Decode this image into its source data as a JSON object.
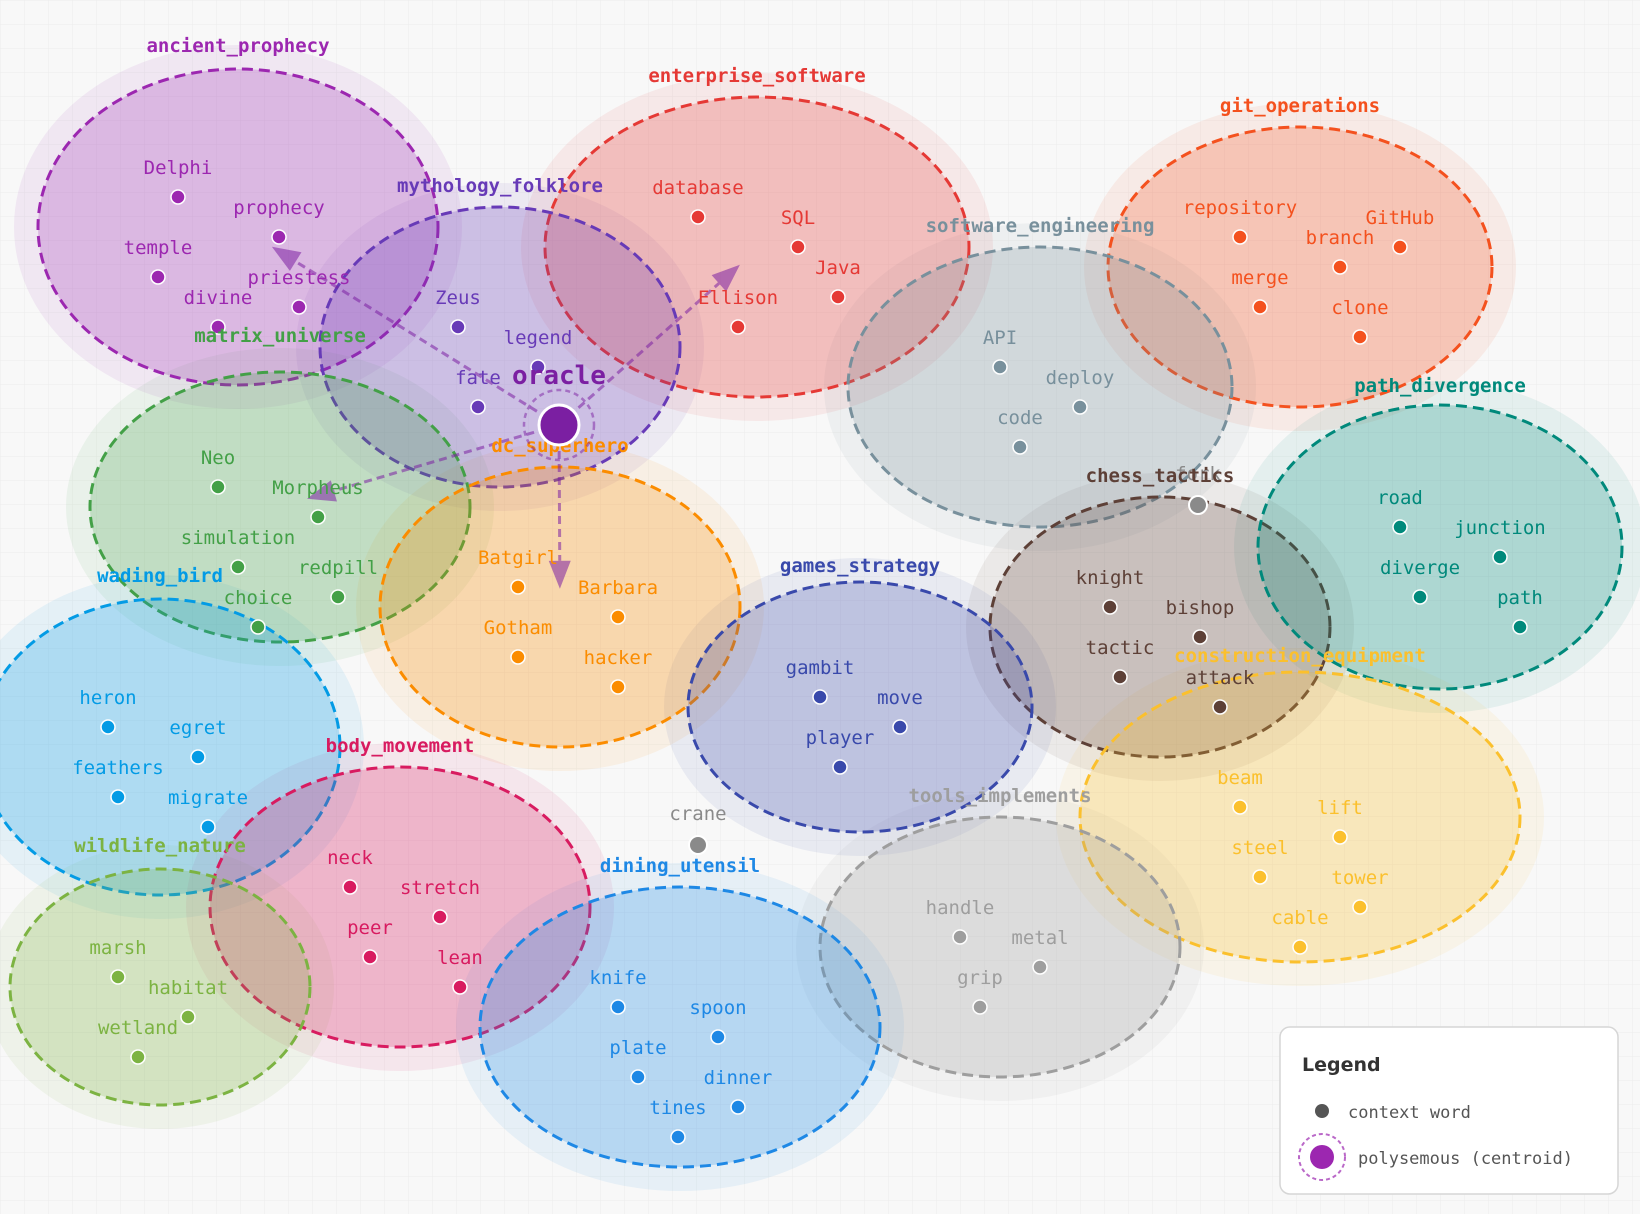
{
  "focus_word": {
    "label": "oracle",
    "color": "#7b1fa2"
  },
  "clusters": [
    {
      "name": "ancient_prophecy",
      "color": "#9c27b0",
      "words": [
        "Delphi",
        "prophecy",
        "temple",
        "priestess",
        "divine"
      ]
    },
    {
      "name": "enterprise_software",
      "color": "#e53935",
      "words": [
        "database",
        "SQL",
        "Java",
        "Ellison"
      ]
    },
    {
      "name": "git_operations",
      "color": "#f4511e",
      "words": [
        "repository",
        "GitHub",
        "branch",
        "merge",
        "clone"
      ]
    },
    {
      "name": "mythology_folklore",
      "color": "#673ab7",
      "words": [
        "Zeus",
        "legend",
        "fate"
      ]
    },
    {
      "name": "software_engineering",
      "color": "#78909c",
      "words": [
        "API",
        "deploy",
        "code"
      ]
    },
    {
      "name": "matrix_universe",
      "color": "#43a047",
      "words": [
        "Neo",
        "Morpheus",
        "simulation",
        "redpill",
        "choice"
      ]
    },
    {
      "name": "dc_superhero",
      "color": "#fb8c00",
      "words": [
        "Batgirl",
        "Barbara",
        "Gotham",
        "hacker"
      ]
    },
    {
      "name": "chess_tactics",
      "color": "#5d4037",
      "words": [
        "knight",
        "bishop",
        "tactic",
        "attack"
      ]
    },
    {
      "name": "path_divergence",
      "color": "#00897b",
      "words": [
        "road",
        "junction",
        "diverge",
        "path"
      ]
    },
    {
      "name": "games_strategy",
      "color": "#3949ab",
      "words": [
        "gambit",
        "move",
        "player"
      ]
    },
    {
      "name": "wading_bird",
      "color": "#039be5",
      "words": [
        "heron",
        "egret",
        "feathers",
        "migrate"
      ]
    },
    {
      "name": "construction_equipment",
      "color": "#fbc02d",
      "words": [
        "beam",
        "lift",
        "steel",
        "tower",
        "cable"
      ]
    },
    {
      "name": "body_movement",
      "color": "#d81b60",
      "words": [
        "neck",
        "stretch",
        "peer",
        "lean"
      ]
    },
    {
      "name": "tools_implements",
      "color": "#9e9e9e",
      "words": [
        "handle",
        "metal",
        "grip"
      ]
    },
    {
      "name": "wildlife_nature",
      "color": "#7cb342",
      "words": [
        "marsh",
        "habitat",
        "wetland"
      ]
    },
    {
      "name": "dining_utensil",
      "color": "#1e88e5",
      "words": [
        "knife",
        "spoon",
        "plate",
        "dinner",
        "tines"
      ]
    }
  ],
  "shared_words": [
    {
      "label": "fork"
    },
    {
      "label": "crane"
    }
  ],
  "legend": {
    "title": "Legend",
    "context_word": "context word",
    "polysemous": "polysemous (centroid)"
  }
}
